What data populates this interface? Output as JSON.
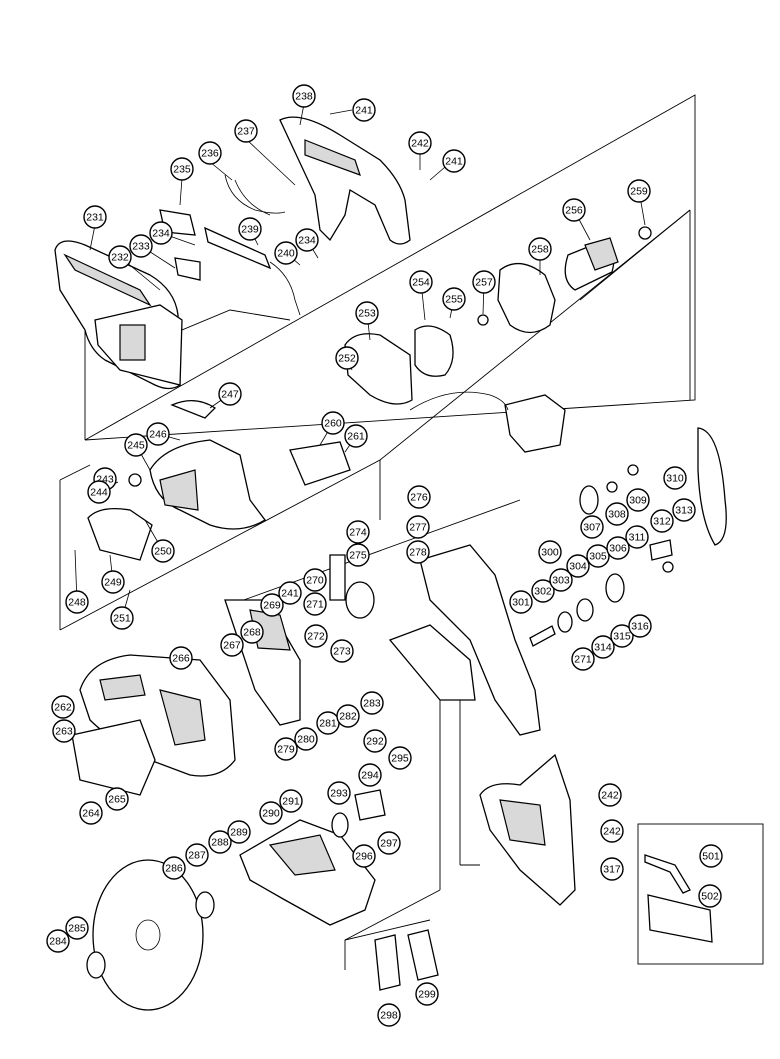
{
  "diagram": {
    "type": "exploded parts diagram",
    "callouts": [
      "231",
      "232",
      "233",
      "234",
      "235",
      "236",
      "237",
      "238",
      "239",
      "240",
      "241",
      "242",
      "243",
      "244",
      "245",
      "246",
      "247",
      "248",
      "249",
      "250",
      "251",
      "252",
      "253",
      "254",
      "255",
      "256",
      "257",
      "258",
      "259",
      "260",
      "261",
      "262",
      "263",
      "264",
      "265",
      "266",
      "267",
      "268",
      "269",
      "270",
      "271",
      "272",
      "273",
      "274",
      "275",
      "276",
      "277",
      "278",
      "279",
      "280",
      "281",
      "282",
      "283",
      "284",
      "285",
      "286",
      "287",
      "288",
      "289",
      "290",
      "291",
      "292",
      "293",
      "294",
      "295",
      "296",
      "297",
      "298",
      "299",
      "300",
      "301",
      "302",
      "303",
      "304",
      "305",
      "306",
      "307",
      "308",
      "309",
      "310",
      "311",
      "312",
      "313",
      "314",
      "315",
      "316",
      "317",
      "501",
      "502"
    ]
  }
}
